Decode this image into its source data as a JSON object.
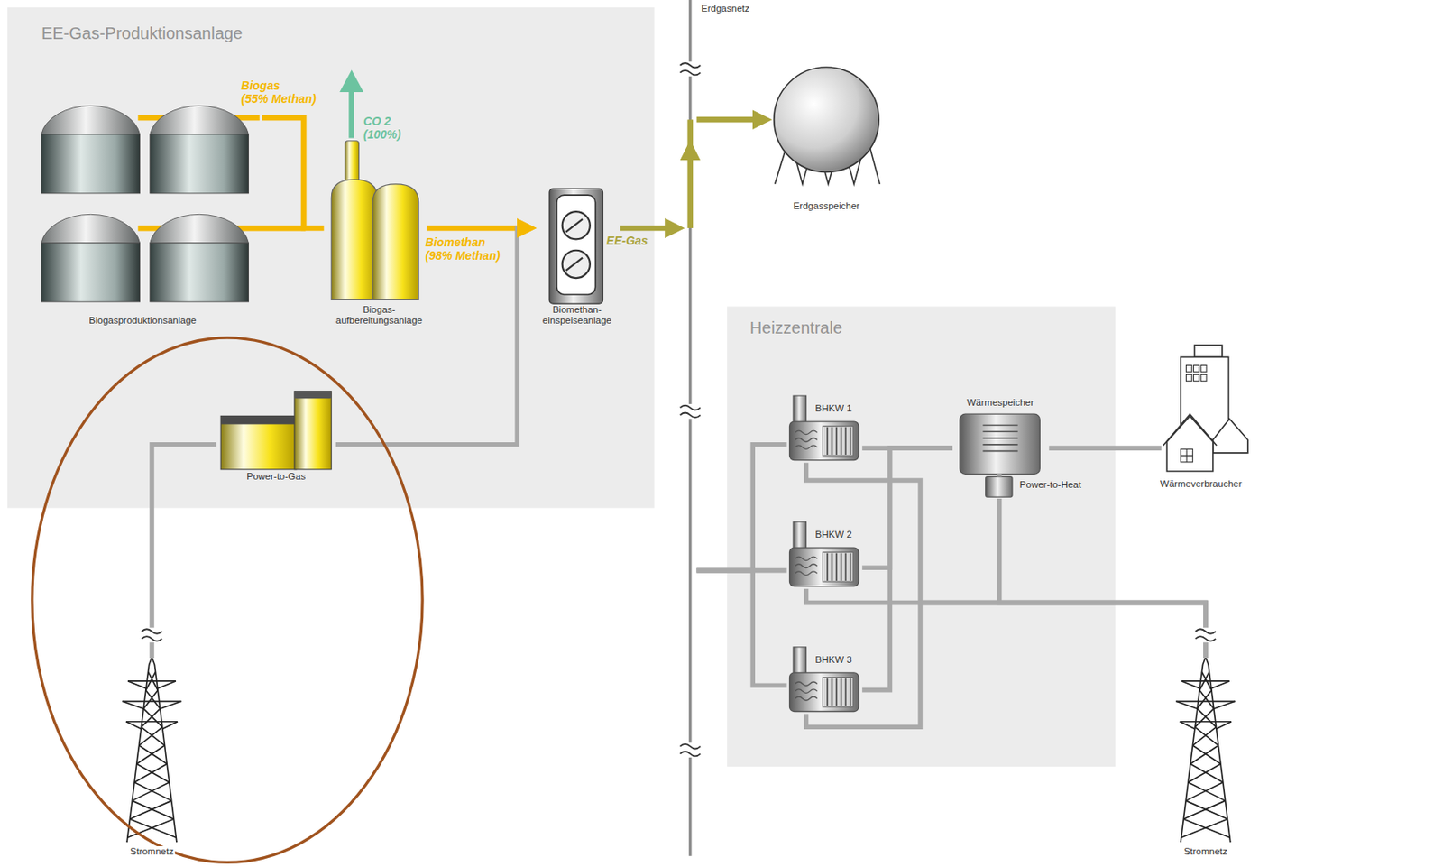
{
  "diagram": {
    "nodes": [
      {
        "text": [
          "EE-Gas-Produktionsanlage"
        ]
      },
      {
        "text": [
          "Biogasproduktionsanlage"
        ],
        "in": 0
      },
      {
        "text": [
          "Biogas- aufbereitungsanlage"
        ],
        "in": 0
      },
      {
        "text": [
          "Biomethan- einspeiseanlage"
        ],
        "in": 0
      },
      {
        "text": [
          "Power-to-Gas"
        ],
        "in": 0
      },
      {
        "text": [
          "Stromnetz"
        ]
      },
      {
        "text": [
          "Erdgasnetz"
        ]
      },
      {
        "text": [
          "Erdgasspeicher"
        ]
      },
      {
        "text": [
          "Heizzentrale"
        ]
      },
      {
        "text": [
          "BHKW 1"
        ],
        "in": 8
      },
      {
        "text": [
          "BHKW 2"
        ],
        "in": 8
      },
      {
        "text": [
          "BHKW 3"
        ],
        "in": 8
      },
      {
        "text": [
          "Wärmespeicher"
        ],
        "in": 8
      },
      {
        "text": [
          "Power-to-Heat"
        ],
        "in": 8
      },
      {
        "text": [
          "Wärmeverbraucher"
        ]
      },
      {
        "text": [
          "Stromnetz"
        ]
      }
    ],
    "edges": [
      {
        "from": 1,
        "to": 2,
        "arrow": "none",
        "label": "Biogas (55% Methan)"
      },
      {
        "from": 2,
        "to": 3,
        "arrow": "to",
        "label": "Biomethan (98% Methan)"
      },
      {
        "from": 5,
        "to": 4,
        "arrow": "none"
      },
      {
        "from": 4,
        "to": 3,
        "arrow": "to"
      },
      {
        "from": 3,
        "to": 6,
        "arrow": "to",
        "label": "EE-Gas"
      },
      {
        "from": 6,
        "to": 7,
        "arrow": "to"
      },
      {
        "from": 6,
        "to": 9,
        "arrow": "none"
      },
      {
        "from": 6,
        "to": 10,
        "arrow": "none"
      },
      {
        "from": 6,
        "to": 11,
        "arrow": "none"
      },
      {
        "from": 9,
        "to": 12,
        "arrow": "none"
      },
      {
        "from": 10,
        "to": 12,
        "arrow": "none"
      },
      {
        "from": 11,
        "to": 12,
        "arrow": "none"
      },
      {
        "from": 12,
        "to": 14,
        "arrow": "none"
      },
      {
        "from": 12,
        "to": 13,
        "arrow": "none"
      },
      {
        "from": 9,
        "to": 15,
        "arrow": "none"
      },
      {
        "from": 10,
        "to": 15,
        "arrow": "none"
      },
      {
        "from": 11,
        "to": 15,
        "arrow": "none"
      },
      {
        "from": 13,
        "to": 15,
        "arrow": "none"
      }
    ],
    "labels": [
      "CO 2 (100%)"
    ]
  }
}
